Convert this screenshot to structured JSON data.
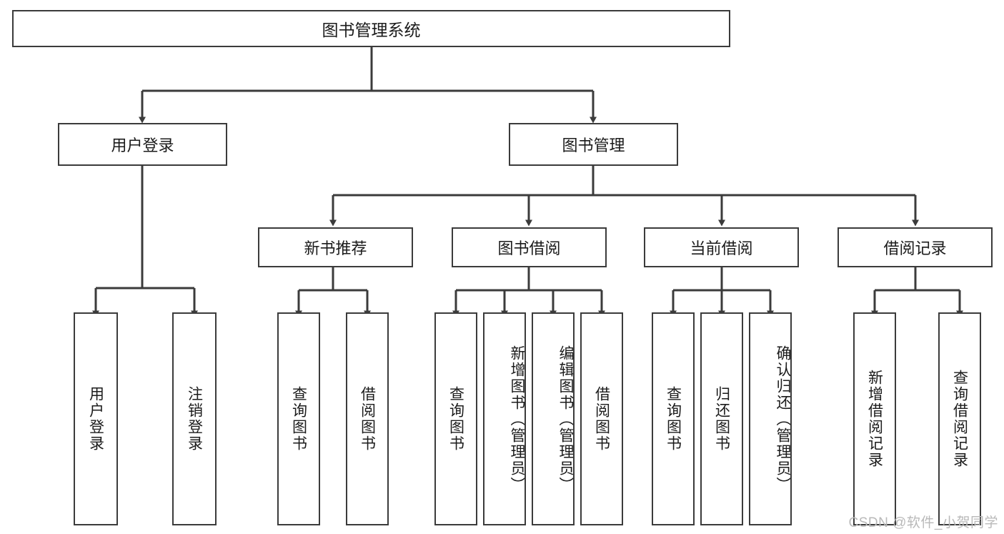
{
  "diagram": {
    "title": "图书管理系统",
    "type": "tree-hierarchy",
    "root": {
      "id": "root",
      "label": "图书管理系统"
    },
    "level2": [
      {
        "id": "user-login",
        "label": "用户登录"
      },
      {
        "id": "book-manage",
        "label": "图书管理"
      }
    ],
    "level3": [
      {
        "id": "new-book-rec",
        "label": "新书推荐",
        "parent": "book-manage"
      },
      {
        "id": "book-borrow",
        "label": "图书借阅",
        "parent": "book-manage"
      },
      {
        "id": "current-borrow",
        "label": "当前借阅",
        "parent": "book-manage"
      },
      {
        "id": "borrow-record",
        "label": "借阅记录",
        "parent": "book-manage"
      }
    ],
    "leaves": [
      {
        "id": "leaf-user-login",
        "label": "用户登录",
        "parent": "user-login"
      },
      {
        "id": "leaf-logout-login",
        "label": "注销登录",
        "parent": "user-login"
      },
      {
        "id": "leaf-query-book-1",
        "label": "查询图书",
        "parent": "new-book-rec"
      },
      {
        "id": "leaf-borrow-book-1",
        "label": "借阅图书",
        "parent": "new-book-rec"
      },
      {
        "id": "leaf-query-book-2",
        "label": "查询图书",
        "parent": "book-borrow"
      },
      {
        "id": "leaf-add-book",
        "label": "新增图书（管理员）",
        "parent": "book-borrow"
      },
      {
        "id": "leaf-edit-book",
        "label": "编辑图书（管理员）",
        "parent": "book-borrow"
      },
      {
        "id": "leaf-borrow-book-2",
        "label": "借阅图书",
        "parent": "book-borrow"
      },
      {
        "id": "leaf-query-book-3",
        "label": "查询图书",
        "parent": "current-borrow"
      },
      {
        "id": "leaf-return-book",
        "label": "归还图书",
        "parent": "current-borrow"
      },
      {
        "id": "leaf-confirm-return",
        "label": "确认归还（管理员）",
        "parent": "current-borrow"
      },
      {
        "id": "leaf-add-record",
        "label": "新增借阅记录",
        "parent": "borrow-record"
      },
      {
        "id": "leaf-query-record",
        "label": "查询借阅记录",
        "parent": "borrow-record"
      }
    ],
    "colors": {
      "stroke": "#3b3b3b",
      "fill": "#ffffff",
      "text": "#1b1b1b",
      "watermark": "#b9b9b9"
    }
  },
  "watermark": {
    "text": "CSDN @软件_小贺同学"
  }
}
